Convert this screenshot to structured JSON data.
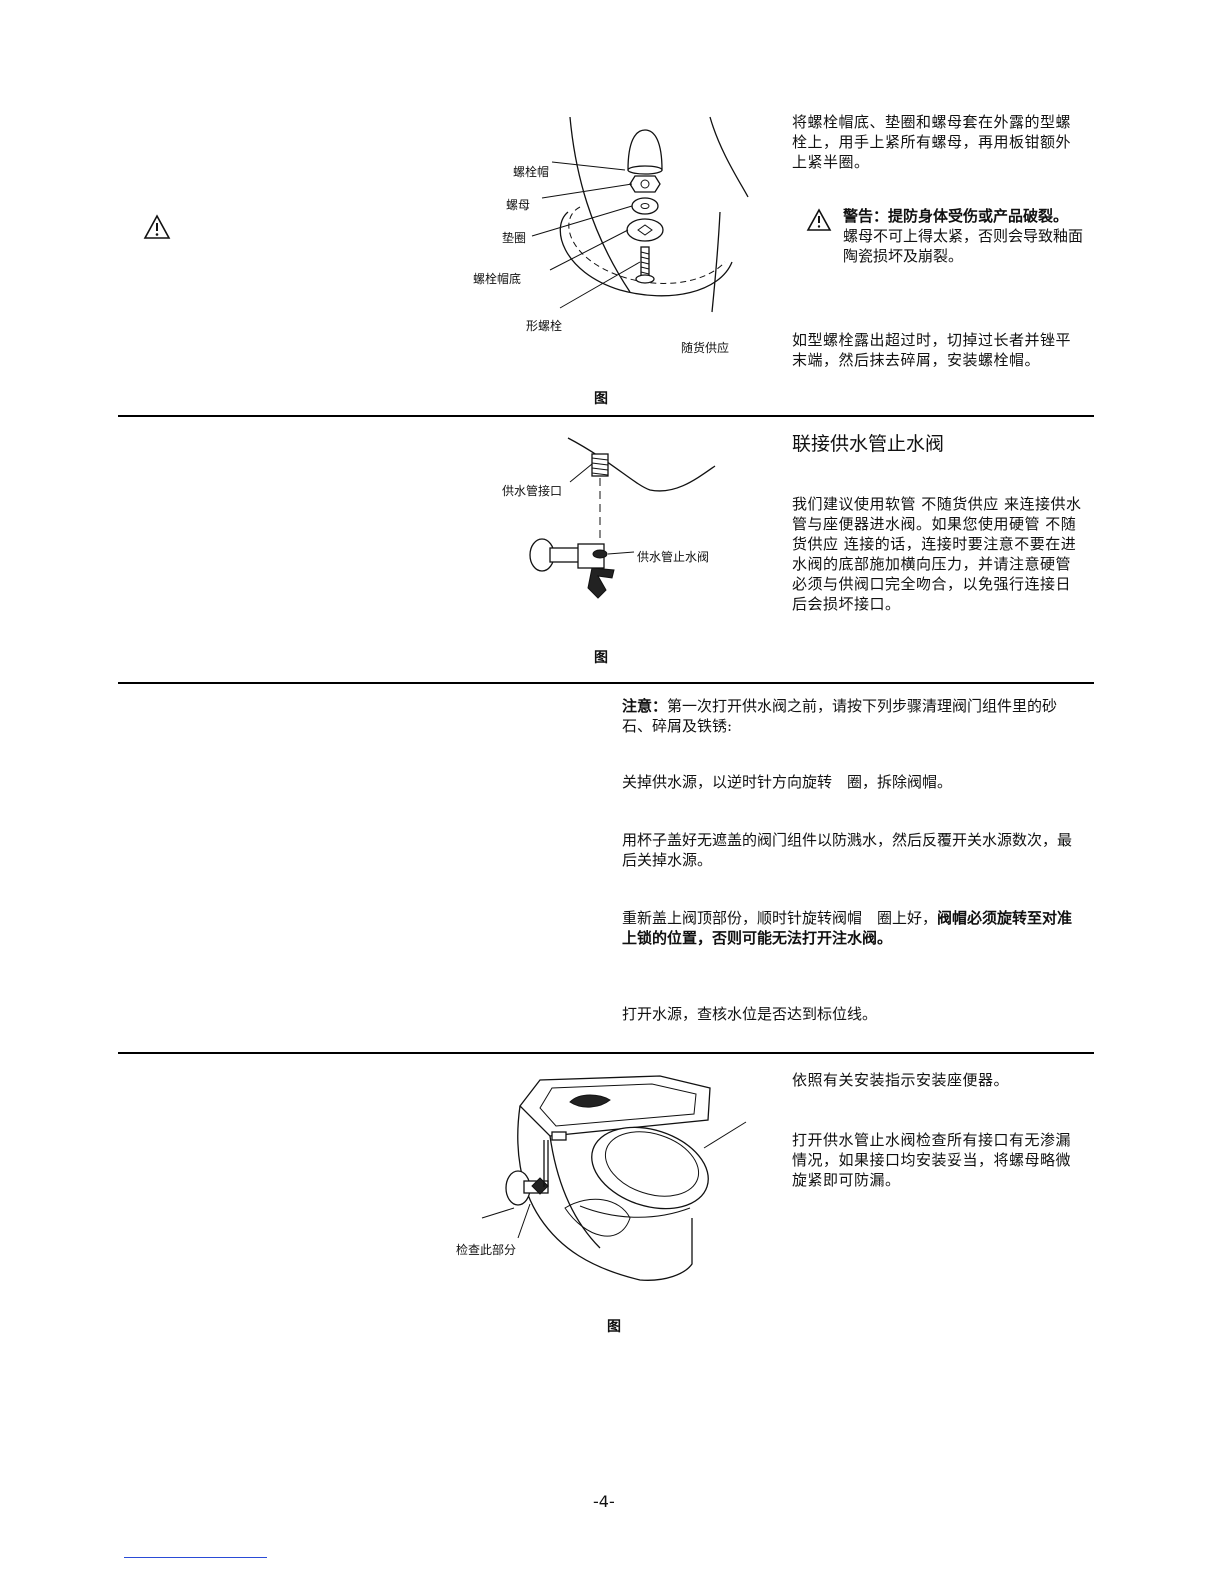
{
  "section1": {
    "paragraph1": "将螺栓帽底、垫圈和螺母套在外露的型螺栓上，用手上紧所有螺母，再用板钳额外上紧半圈。",
    "warning_bold": "警告：提防身体受伤或产品破裂。",
    "warning_text": "螺母不可上得太紧，否则会导致釉面陶瓷损坏及崩裂。",
    "paragraph2": "如型螺栓露出超过时，切掉过长者并锉平末端，然后抹去碎屑，安装螺栓帽。",
    "labels": {
      "bolt_cap": "螺栓帽",
      "nut": "螺母",
      "washer": "垫圈",
      "cap_base": "螺栓帽底",
      "t_bolt": "形螺栓",
      "supplied": "随货供应"
    },
    "figure_label": "图"
  },
  "section2": {
    "heading": "联接供水管止水阀",
    "paragraph": "我们建议使用软管 不随货供应 来连接供水管与座便器进水阀。如果您使用硬管 不随货供应 连接的话，连接时要注意不要在进水阀的底部施加横向压力，并请注意硬管必须与供阀口完全吻合，以免强行连接日后会损坏接口。",
    "labels": {
      "supply_inlet": "供水管接口",
      "stop_valve": "供水管止水阀"
    },
    "figure_label": "图"
  },
  "section3": {
    "note_bold": "注意：",
    "note_text": "第一次打开供水阀之前，请按下列步骤清理阀门组件里的砂石、碎屑及铁锈:",
    "step1": "关掉供水源，以逆时针方向旋转　圈，拆除阀帽。",
    "step2": "用杯子盖好无遮盖的阀门组件以防溅水，然后反覆开关水源数次，最后关掉水源。",
    "step3_text": "重新盖上阀顶部份，顺时针旋转阀帽　圈上好，",
    "step3_bold": "阀帽必须旋转至对准上锁的位置，否则可能无法打开注水阀。",
    "step4": "打开水源，查核水位是否达到标位线。"
  },
  "section4": {
    "paragraph1": "依照有关安装指示安装座便器。",
    "paragraph2": "打开供水管止水阀检查所有接口有无渗漏情况，如果接口均安装妥当，将螺母略微旋紧即可防漏。",
    "labels": {
      "check_part": "检查此部分"
    },
    "figure_label": "图"
  },
  "footer": {
    "page_number": "-4-"
  }
}
